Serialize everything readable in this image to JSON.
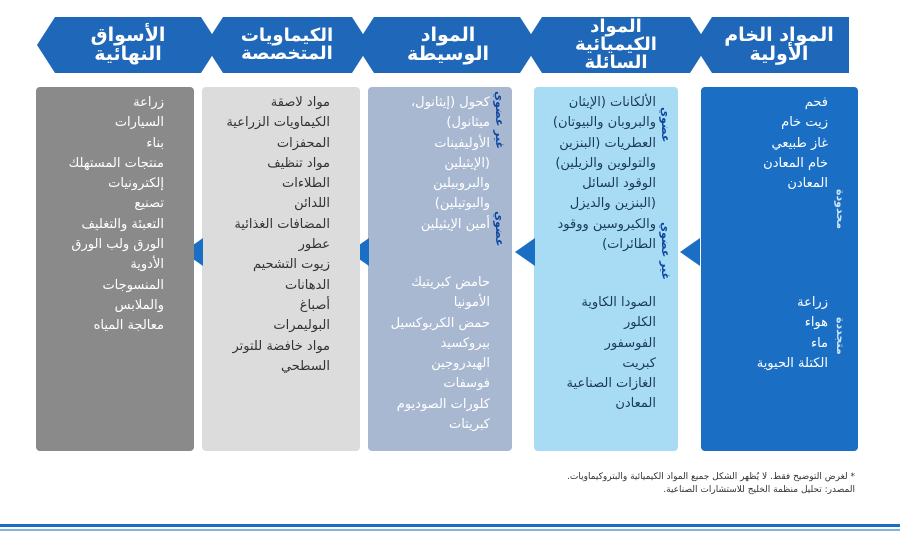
{
  "header": {
    "stages": [
      {
        "label": "المواد الخام الأولية",
        "color": "#1f67b8"
      },
      {
        "label": "المواد الكيميائية السائلة",
        "color": "#1f67b8"
      },
      {
        "label": "المواد الوسيطة",
        "color": "#1f67b8"
      },
      {
        "label": "الكيماويات المتخصصة",
        "color": "#1f67b8"
      },
      {
        "label": "الأسواق النهائية",
        "color": "#1f67b8"
      }
    ]
  },
  "columns": {
    "raw": {
      "color": "#1a6fc4",
      "group1_label": "محدودة",
      "group1": [
        "فحم",
        "زيت خام",
        "غاز طبيعي",
        "خام المعادن",
        "المعادن"
      ],
      "group2_label": "متجددة",
      "group2": [
        "زراعة",
        "هواء",
        "ماء",
        "الكتلة الحيوية"
      ]
    },
    "commodity": {
      "color": "#a8dcf5",
      "group1_label": "عضوي",
      "group1": [
        "الألكانات (الإيثان",
        "والبروبان والبيوتان)",
        "العطريات (البنزين",
        "والتولوين والزيلين)",
        "الوقود السائل",
        "(البنزين والديزل",
        "والكيروسين ووقود",
        "الطائرات)"
      ],
      "group2_label": "غير عضوي",
      "group2": [
        "الصودا الكاوية",
        "الكلور",
        "الفوسفور",
        "كبريت",
        "الغازات الصناعية",
        "المعادن"
      ]
    },
    "intermediate": {
      "color": "#a9b8d1",
      "group1_label": "عضوي",
      "group1": [
        "كحول (إيثانول،",
        "ميثانول)",
        "الأوليفينات",
        "(الإيثيلين",
        "والبروبيلين",
        "والبوتيلين)",
        "أمين الإيثيلين"
      ],
      "group2_label": "غير عضوي",
      "group2": [
        "حامض كبريتيك",
        "الأمونيا",
        "حمض الكربوكسيل",
        "بيروكسيد",
        "الهيدروجين",
        "فوسفات",
        "كلورات الصوديوم",
        "كبريتات"
      ]
    },
    "specialty": {
      "color": "#dcdcdc",
      "items": [
        "مواد لاصقة",
        "الكيماويات الزراعية",
        "المحفزات",
        "مواد تنظيف",
        "الطلاءات",
        "اللدائن",
        "المضافات الغذائية",
        "عطور",
        "زيوت التشحيم",
        "الدهانات",
        "أصباغ",
        "البوليمرات",
        "مواد خافضة للتوتر",
        "السطحي"
      ]
    },
    "markets": {
      "color": "#8a8a8a",
      "items": [
        "زراعة",
        "السيارات",
        "بناء",
        "منتجات المستهلك",
        "إلكترونيات",
        "تصنيع",
        "التعبئة والتغليف",
        "الورق ولب الورق",
        "الأدوية",
        "المنسوجات",
        "والملابس",
        "معالجة المياه"
      ]
    }
  },
  "footnotes": {
    "note": "* لغرض التوضيح فقط. لا يُظهر الشكل جميع المواد الكيميائية والبتروكيماويات.",
    "source": "المصدر: تحليل منظمة الخليج للاستشارات الصناعية."
  }
}
